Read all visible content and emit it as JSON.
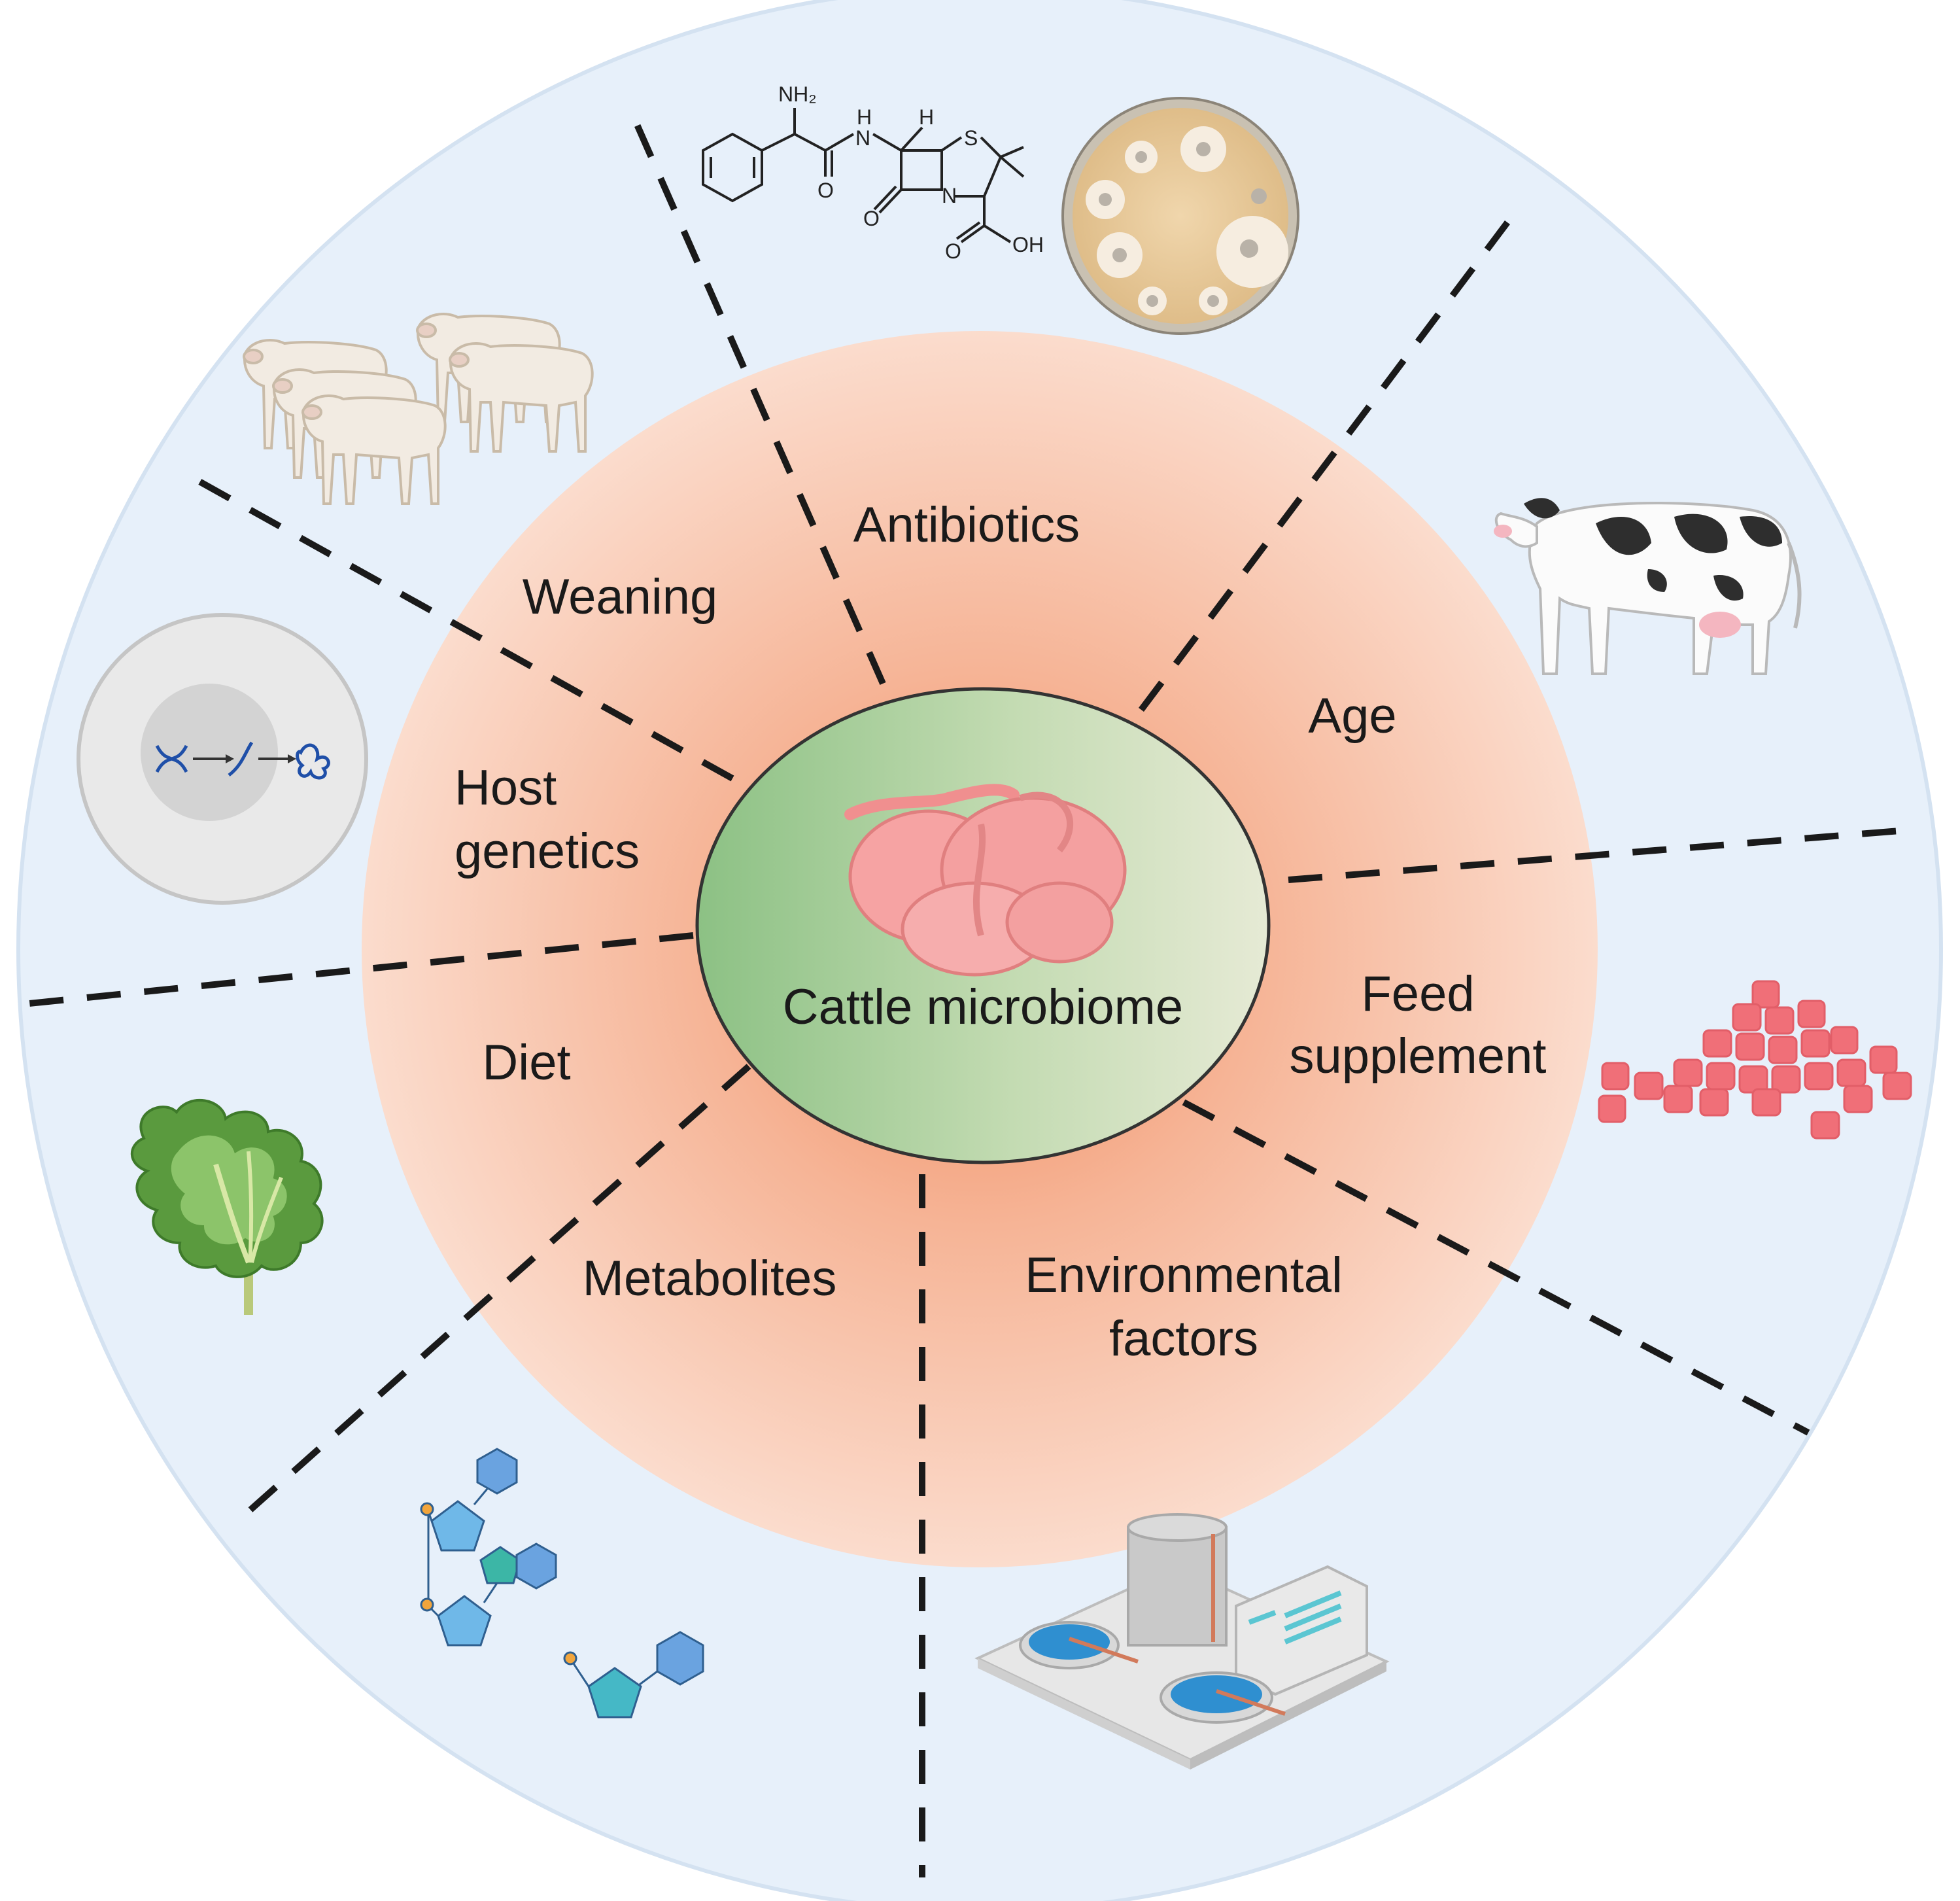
{
  "center": {
    "label": "Cattle microbiome",
    "icon": "rumen-stomach-icon"
  },
  "factors": [
    {
      "key": "antibiotics",
      "label_lines": [
        "Antibiotics"
      ],
      "icons": [
        "penicillin-structure-icon",
        "petri-dish-icon"
      ]
    },
    {
      "key": "age",
      "label_lines": [
        "Age"
      ],
      "icons": [
        "dairy-cow-icon"
      ]
    },
    {
      "key": "feed-supplement",
      "label_lines": [
        "Feed",
        "supplement"
      ],
      "icons": [
        "supplement-cubes-icon"
      ]
    },
    {
      "key": "environmental-factors",
      "label_lines": [
        "Environmental",
        "factors"
      ],
      "icons": [
        "treatment-plant-icon"
      ]
    },
    {
      "key": "metabolites",
      "label_lines": [
        "Metabolites"
      ],
      "icons": [
        "metabolite-molecules-icon"
      ]
    },
    {
      "key": "diet",
      "label_lines": [
        "Diet"
      ],
      "icons": [
        "lettuce-icon"
      ]
    },
    {
      "key": "host-genetics",
      "label_lines": [
        "Host",
        "genetics"
      ],
      "icons": [
        "dna-to-protein-cell-icon"
      ]
    },
    {
      "key": "weaning",
      "label_lines": [
        "Weaning"
      ],
      "icons": [
        "calves-icon"
      ]
    }
  ],
  "chemistry_labels": {
    "amine": "NH₂",
    "amide_n": "N",
    "amide_h": "H",
    "bridge_h": "H",
    "sulfur": "S",
    "ring_n": "N",
    "ketone_o": "O",
    "carbonyl_o": "O",
    "acid_o": "O",
    "acid_oh": "OH"
  },
  "colors": {
    "outer_ring": "#e6f0fa",
    "inner_disc_edge": "#f9d8c8",
    "inner_disc_center": "#f2a582",
    "center_green_left": "#92c489",
    "center_green_right": "#e3e9d2",
    "dash_lines": "#1a1a1a"
  }
}
